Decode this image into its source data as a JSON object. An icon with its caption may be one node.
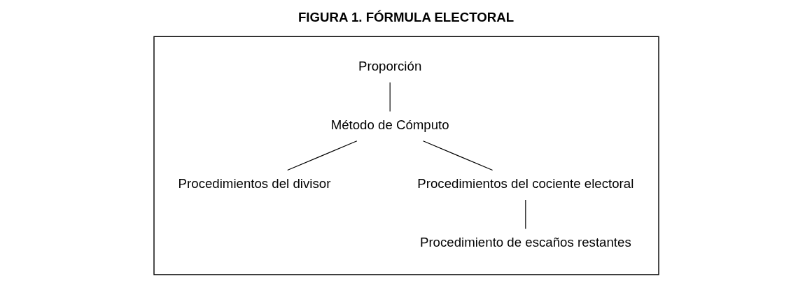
{
  "diagram": {
    "title": "FIGURA 1. FÓRMULA ELECTORAL",
    "nodes": [
      {
        "text": [],
        "shape": "box"
      },
      {
        "text": [
          "Proporción"
        ],
        "in": 0
      },
      {
        "text": [
          "Método de Cómputo"
        ],
        "in": 0
      },
      {
        "text": [
          "Procedimientos del divisor"
        ],
        "in": 0
      },
      {
        "text": [
          "Procedimientos del cociente electoral"
        ],
        "in": 0
      },
      {
        "text": [
          "Procedimiento de escaños restantes"
        ],
        "in": 0
      }
    ],
    "edges": [
      {
        "from": 1,
        "to": 2,
        "arrow": "none"
      },
      {
        "from": 2,
        "to": 3,
        "arrow": "none"
      },
      {
        "from": 2,
        "to": 4,
        "arrow": "none"
      },
      {
        "from": 4,
        "to": 5,
        "arrow": "none"
      }
    ]
  }
}
